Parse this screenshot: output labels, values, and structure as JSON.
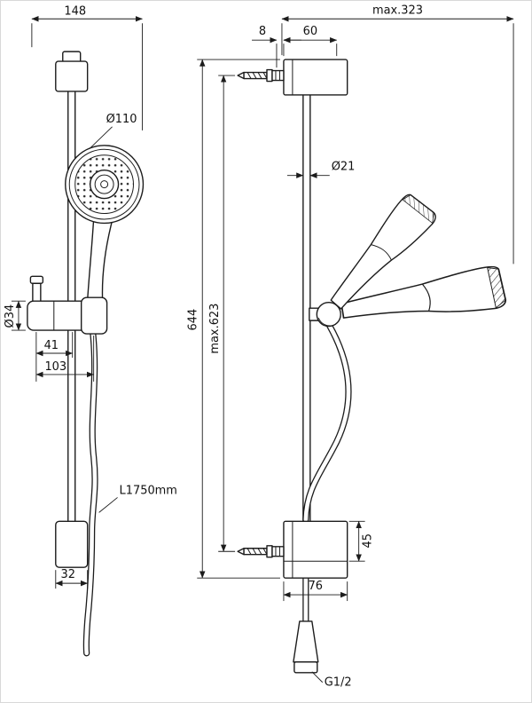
{
  "drawing": {
    "type": "technical-dimension-drawing",
    "subject": "shower slide rail set with hand shower, front and side views",
    "line_color": "#1c1c1c",
    "background": "#ffffff",
    "front_view": {
      "width_top": "148",
      "head_diameter": "Ø110",
      "slider_diameter": "Ø34",
      "offset_pin_to_rail": "41",
      "offset_pin_to_hose": "103",
      "hose_length": "L1750mm",
      "base_width": "32"
    },
    "side_view": {
      "max_reach": "max.323",
      "offset_8": "8",
      "offset_60": "60",
      "rail_diameter": "Ø21",
      "rail_length": "644",
      "max_fixing_distance": "max.623",
      "bottom_bracket_height": "45",
      "bottom_bracket_width": "76",
      "connection_thread": "G1/2"
    }
  }
}
